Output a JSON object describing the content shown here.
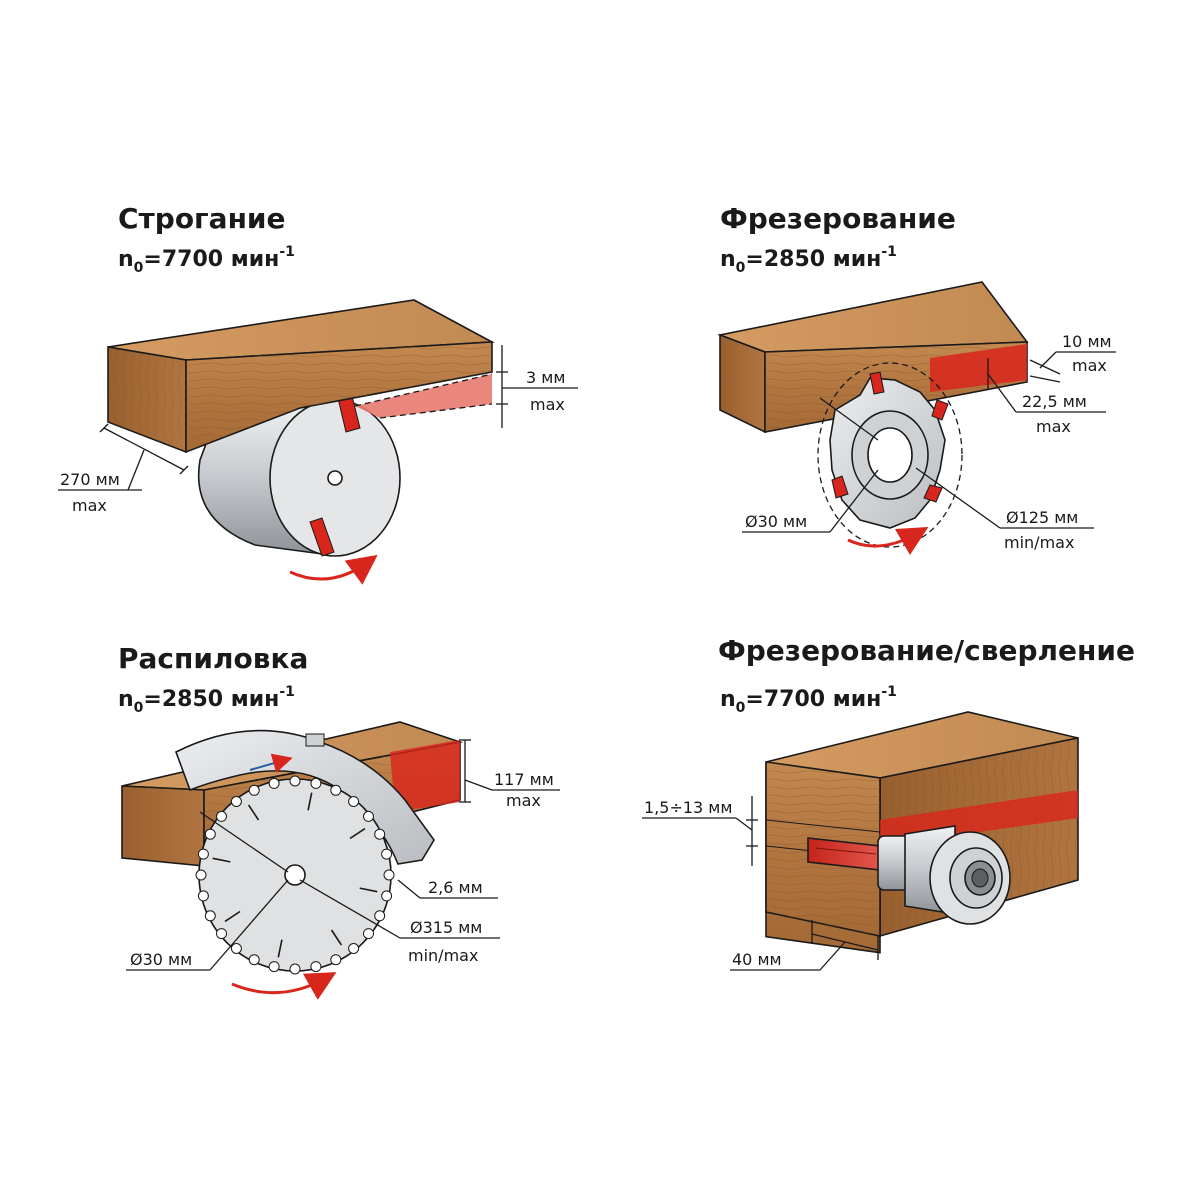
{
  "colors": {
    "wood_top": "#c98f55",
    "wood_front": "#b57a41",
    "wood_side": "#8f5a2c",
    "cut_red": "#d9261c",
    "cut_pink": "#e77a6f",
    "steel": "#d9dbdd",
    "steel_dark": "#a9adb1",
    "ink": "#1a1a1a"
  },
  "panels": [
    {
      "id": "planing",
      "title": "Строгание",
      "speed": {
        "prefix": "n",
        "sub": "0",
        "value": "=7700 мин",
        "sup": "-1"
      },
      "dims": {
        "depth_top": "3 мм",
        "depth_bottom": "max",
        "width_top": "270 мм",
        "width_bottom": "max"
      },
      "icons": [
        "planer-drum-icon",
        "rotation-arrow-icon"
      ]
    },
    {
      "id": "milling",
      "title": "Фрезерование",
      "speed": {
        "prefix": "n",
        "sub": "0",
        "value": "=2850 мин",
        "sup": "-1"
      },
      "dims": {
        "depth_top": "10 мм",
        "depth_bottom": "max",
        "height_top": "22,5 мм",
        "height_bottom": "max",
        "bore": "Ø30 мм",
        "diameter_top": "Ø125 мм",
        "diameter_bottom": "min/max"
      },
      "icons": [
        "milling-cutter-icon",
        "rotation-arrow-icon"
      ]
    },
    {
      "id": "sawing",
      "title": "Распиловка",
      "speed": {
        "prefix": "n",
        "sub": "0",
        "value": "=2850 мин",
        "sup": "-1"
      },
      "dims": {
        "depth_top": "117 мм",
        "depth_bottom": "max",
        "kerf": "2,6 мм",
        "bore": "Ø30 мм",
        "diameter_top": "Ø315 мм",
        "diameter_bottom": "min/max"
      },
      "icons": [
        "saw-blade-icon",
        "blade-guard-icon",
        "rotation-arrow-icon"
      ]
    },
    {
      "id": "drilling",
      "title": "Фрезерование/сверление",
      "speed": {
        "prefix": "n",
        "sub": "0",
        "value": "=7700 мин",
        "sup": "-1"
      },
      "dims": {
        "width_range": "1,5÷13 мм",
        "depth": "40 мм"
      },
      "icons": [
        "slot-drill-icon",
        "chuck-icon"
      ]
    }
  ]
}
